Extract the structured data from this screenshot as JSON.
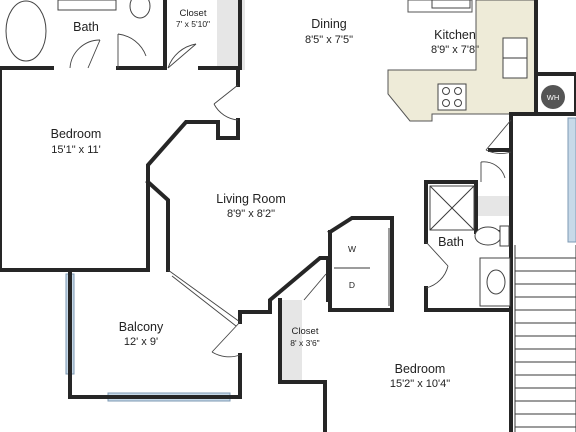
{
  "rooms": {
    "bath_top": {
      "name": "Bath"
    },
    "closet_top": {
      "name": "Closet",
      "size": "7' x 5'10\""
    },
    "dining": {
      "name": "Dining",
      "size": "8'5\" x 7'5\""
    },
    "kitchen": {
      "name": "Kitchen",
      "size": "8'9\" x 7'8\""
    },
    "bedroom_left": {
      "name": "Bedroom",
      "size": "15'1\" x 11'"
    },
    "living": {
      "name": "Living Room",
      "size": "8'9\" x 8'2\""
    },
    "bath_right": {
      "name": "Bath"
    },
    "balcony": {
      "name": "Balcony",
      "size": "12' x 9'"
    },
    "closet_mid": {
      "name": "Closet",
      "size": "8' x 3'6\""
    },
    "bedroom_right": {
      "name": "Bedroom",
      "size": "15'2\" x 10'4\""
    }
  },
  "fixtures": {
    "washer": "W",
    "dryer": "D",
    "water_heater": "WH"
  },
  "colors": {
    "counter": "#eeebd8",
    "fixture_blue": "#aec6dc",
    "window_blue": "#c7d9e8",
    "wall": "#262626",
    "shaded": "#e6e6e6"
  }
}
